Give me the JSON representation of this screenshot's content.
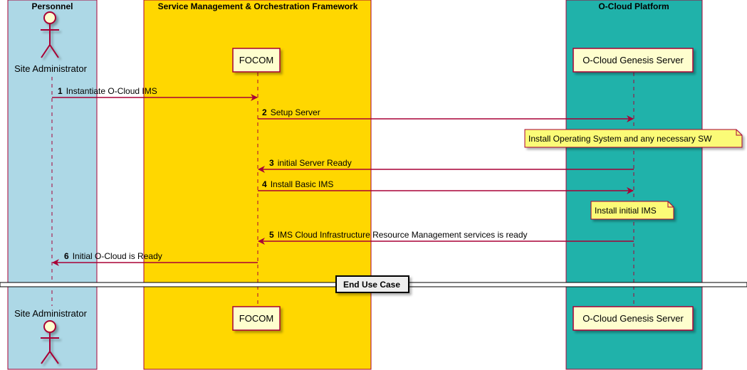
{
  "boxes": [
    {
      "title": "Personnel",
      "color": "#ADD8E6"
    },
    {
      "title": "Service Management & Orchestration Framework",
      "color": "#FFD700"
    },
    {
      "title": "O-Cloud Platform",
      "color": "#20B2AA"
    }
  ],
  "participants": {
    "admin": {
      "label": "Site Administrator"
    },
    "focom": {
      "label": "FOCOM"
    },
    "genesis": {
      "label": "O-Cloud Genesis Server"
    }
  },
  "messages": [
    {
      "num": "1",
      "text": "Instantiate O-Cloud IMS"
    },
    {
      "num": "2",
      "text": "Setup Server"
    },
    {
      "num": "3",
      "text": "initial Server Ready"
    },
    {
      "num": "4",
      "text": "Install Basic IMS"
    },
    {
      "num": "5",
      "text": "IMS Cloud Infrastructure Resource Management services is ready"
    },
    {
      "num": "6",
      "text": "Initial O-Cloud is Ready"
    }
  ],
  "notes": [
    {
      "text": "Install Operating System and any necessary SW"
    },
    {
      "text": "Install initial IMS"
    }
  ],
  "divider": {
    "text": "End Use Case"
  },
  "colors": {
    "arrow": "#A80036",
    "participant_fill": "#FEFECE",
    "note_fill": "#FBFB77"
  }
}
